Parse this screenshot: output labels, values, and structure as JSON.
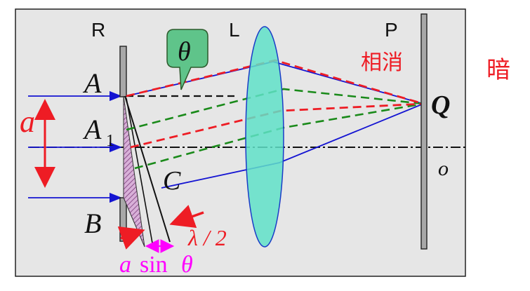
{
  "labels": {
    "slit": "R",
    "lens": "L",
    "screen": "P",
    "angle": "θ",
    "edge_a": "A",
    "edge_a1": "A",
    "edge_a1_sub": "1",
    "edge_b": "B",
    "point_c": "C",
    "point_q": "Q",
    "origin": "o",
    "width": "a",
    "half_wave": "λ / 2",
    "path_diff_a": "a",
    "path_diff_sin": "sin",
    "path_diff_theta": "θ",
    "cancel": "相消",
    "dark": "暗"
  },
  "colors": {
    "panel_bg": "#e6e6e6",
    "ray": "#1414d2",
    "red": "#ee1c24",
    "green": "#1a8a1a",
    "magenta": "#ff00ff",
    "lens_fill": "#5fe0c8",
    "lens_stroke": "#1a3cc8",
    "callout_fill": "#5fc48a",
    "hatch": "#7a3a7a"
  }
}
